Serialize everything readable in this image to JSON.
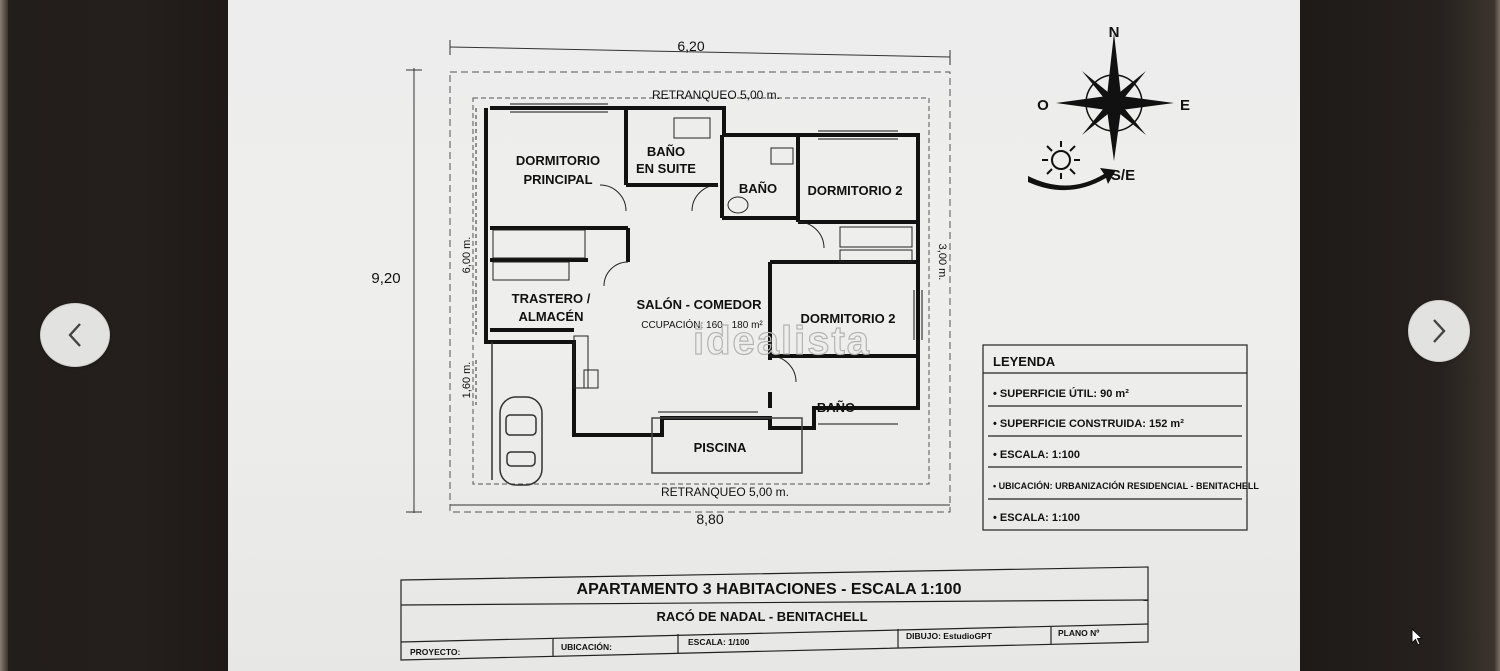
{
  "plan": {
    "dim_top": "6,20",
    "dim_left": "9,20",
    "dim_bottom": "8,80",
    "dim_inner_left": "6,00 m.",
    "dim_inner_left_small": "1,60 m.",
    "dim_inner_right": "3,00 m.",
    "setback_top": "RETRANQUEO 5,00 m.",
    "setback_bottom": "RETRANQUEO 5,00 m.",
    "rooms": {
      "master_line1": "DORMITORIO",
      "master_line2": "PRINCIPAL",
      "ensuite_line1": "BAÑO",
      "ensuite_line2": "EN SUITE",
      "bath1": "BAÑO",
      "bedroom2a": "DORMITORIO 2",
      "storage_line1": "TRASTERO /",
      "storage_line2": "ALMACÉN",
      "living": "SALÓN - COMEDOR",
      "occupancy": "CCUPACIÓN: 160 - 180 m²",
      "bedroom2b": "DORMITORIO 2",
      "bath2": "BAÑO",
      "pool": "PISCINA"
    }
  },
  "compass": {
    "n": "N",
    "o": "O",
    "e": "E",
    "se": "S/E"
  },
  "watermark": "idealista",
  "legend": {
    "title": "LEYENDA",
    "rows": [
      "• SUPERFICIE ÚTIL: 90 m²",
      "• SUPERFICIE CONSTRUIDA: 152 m²",
      "• ESCALA: 1:100",
      "• UBICACIÓN: URBANIZACIÓN RESIDENCIAL - BENITACHELL",
      "• ESCALA: 1:100"
    ]
  },
  "title_block": {
    "title": "APARTAMENTO 3 HABITACIONES - ESCALA 1:100",
    "subtitle": "RACÓ DE NADAL - BENITACHELL",
    "cells": [
      "PROYECTO:",
      "UBICACIÓN:",
      "ESCALA:  1/100",
      "DIBUJO:  EstudioGPT",
      "PLANO Nº"
    ]
  }
}
